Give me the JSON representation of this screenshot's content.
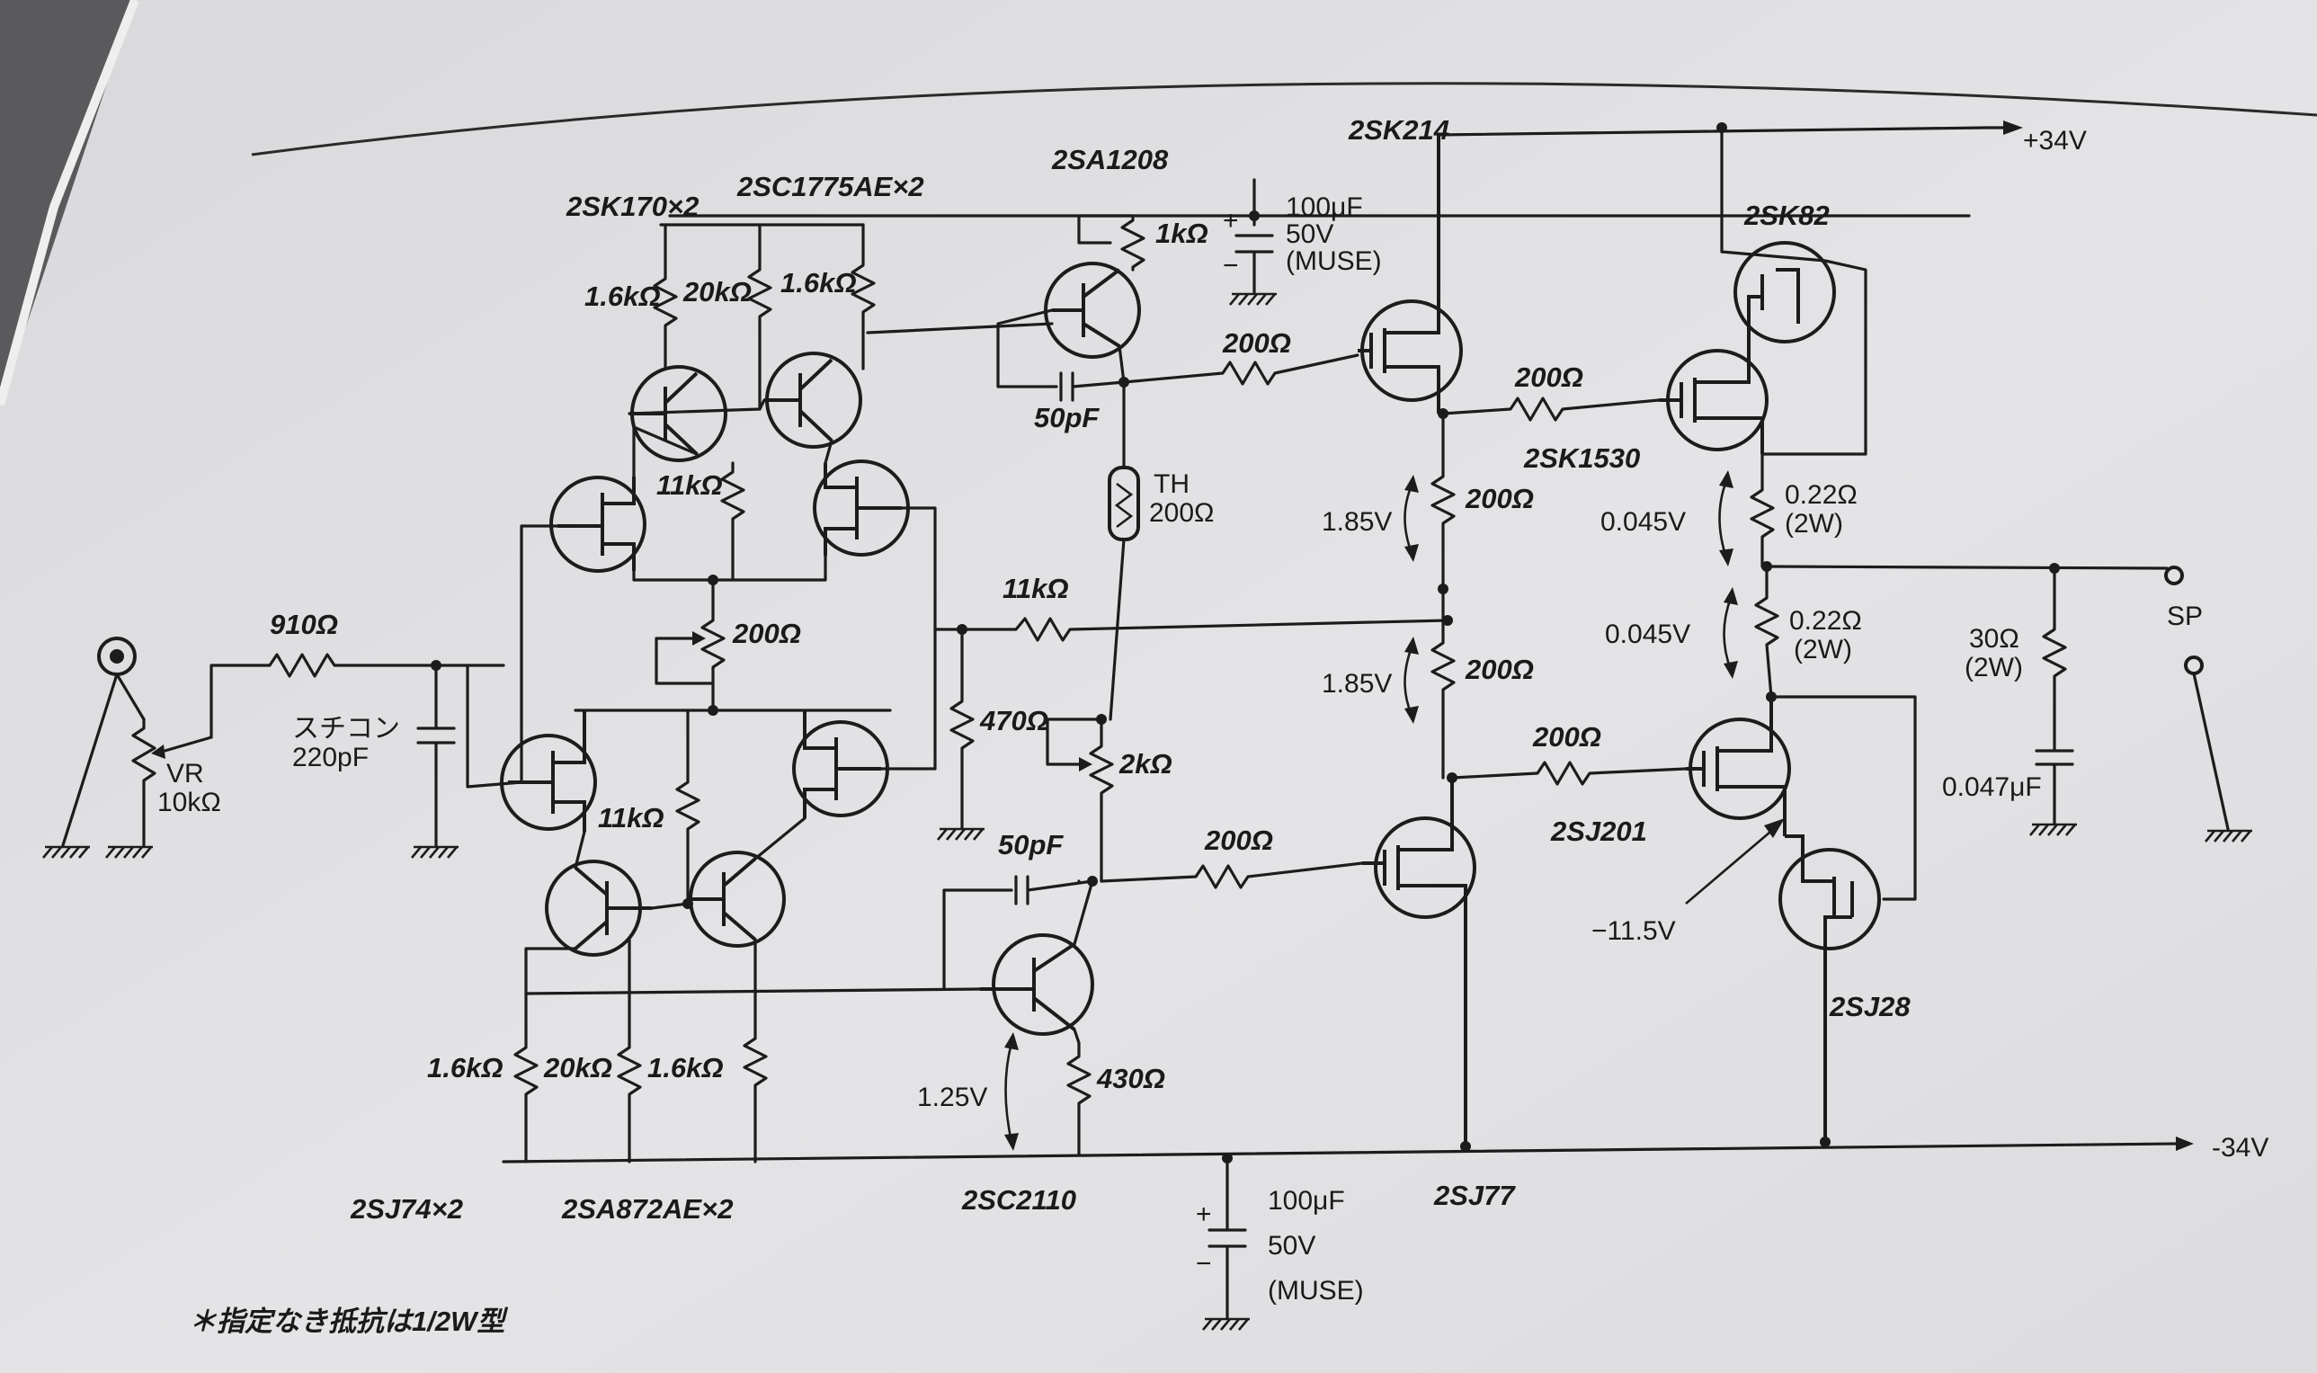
{
  "supply": {
    "positive": "+34V",
    "negative": "-34V"
  },
  "transistors": {
    "q_2sk170": "2SK170×2",
    "q_2sc1775": "2SC1775AE×2",
    "q_2sa1208": "2SA1208",
    "q_2sk214": "2SK214",
    "q_2sk82": "2SK82",
    "q_2sk1530": "2SK1530",
    "q_2sj201": "2SJ201",
    "q_2sj28": "2SJ28",
    "q_2sj74": "2SJ74×2",
    "q_2sa872": "2SA872AE×2",
    "q_2sc2110": "2SC2110",
    "q_2sj77": "2SJ77"
  },
  "resistors": {
    "r_in": "910Ω",
    "r_top_l": "1.6kΩ",
    "r_top_m": "20kΩ",
    "r_top_r": "1.6kΩ",
    "r_bot_l": "1.6kΩ",
    "r_bot_m": "20kΩ",
    "r_bot_r": "1.6kΩ",
    "r_11k_top": "11kΩ",
    "r_11k_bot": "11kΩ",
    "r_200_pot": "200Ω",
    "r_fb": "11kΩ",
    "r_470": "470Ω",
    "r_1k": "1kΩ",
    "r_th_tag": "TH",
    "r_th": "200Ω",
    "r_2k": "2kΩ",
    "r_430": "430Ω",
    "r_g_top": "200Ω",
    "r_g_bot": "200Ω",
    "r_g_out_top": "200Ω",
    "r_g_out_bot": "200Ω",
    "r_s_top": "200Ω",
    "r_s_bot": "200Ω",
    "r_022_top": "0.22Ω",
    "r_022_top_w": "(2W)",
    "r_022_bot": "0.22Ω",
    "r_022_bot_w": "(2W)",
    "r_30": "30Ω",
    "r_30_w": "(2W)",
    "vr_tag": "VR",
    "vr": "10kΩ"
  },
  "capacitors": {
    "c_in_tag": "スチコン",
    "c_in": "220pF",
    "c_50_top": "50pF",
    "c_50_bot": "50pF",
    "c_top_val": "100μF",
    "c_top_v": "50V",
    "c_top_type": "(MUSE)",
    "c_bot_val": "100μF",
    "c_bot_v": "50V",
    "c_bot_type": "(MUSE)",
    "c_zobel": "0.047μF"
  },
  "voltages": {
    "v_185_top": "1.85V",
    "v_185_bot": "1.85V",
    "v_0045_top": "0.045V",
    "v_0045_bot": "0.045V",
    "v_125": "1.25V",
    "v_m115": "−11.5V"
  },
  "output": {
    "speaker": "SP"
  },
  "note": "＊指定なき抵抗は1/2W型"
}
